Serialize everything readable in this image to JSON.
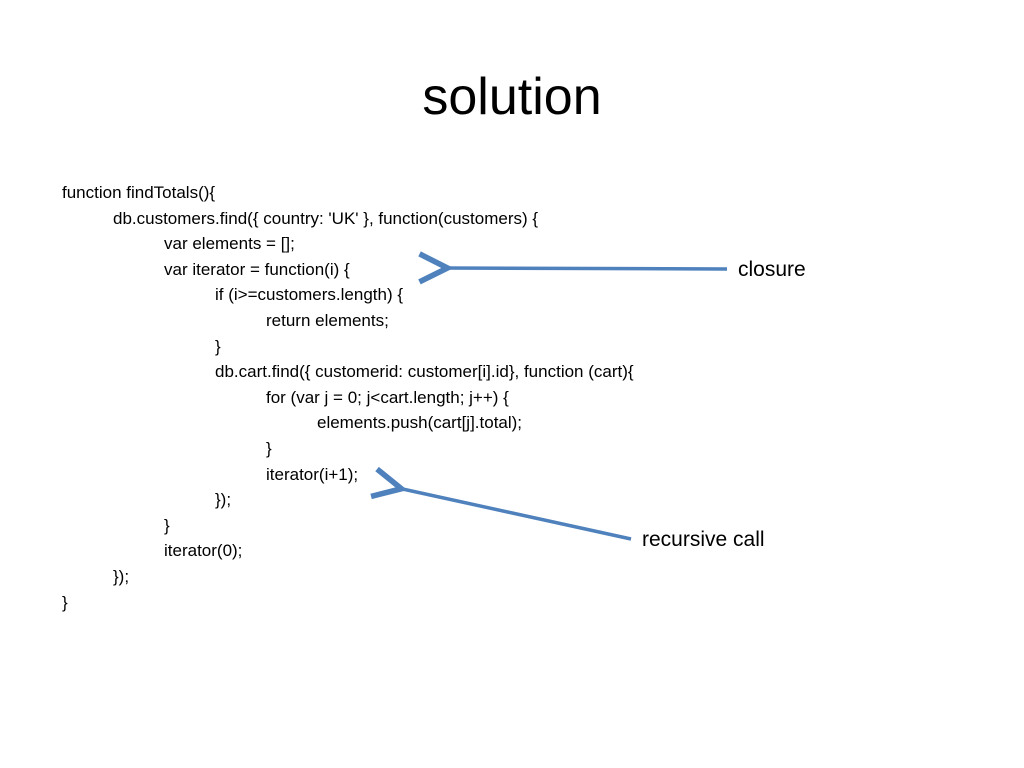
{
  "slide": {
    "title": "solution"
  },
  "code": {
    "lines": [
      {
        "indent": 0,
        "text": "function findTotals(){"
      },
      {
        "indent": 1,
        "text": "db.customers.find({ country: 'UK' }, function(customers) {"
      },
      {
        "indent": 2,
        "text": "var elements = [];"
      },
      {
        "indent": 2,
        "text": "var iterator = function(i) {"
      },
      {
        "indent": 3,
        "text": "if (i>=customers.length) {"
      },
      {
        "indent": 4,
        "text": "return elements;"
      },
      {
        "indent": 3,
        "text": "}"
      },
      {
        "indent": 3,
        "text": "db.cart.find({ customerid: customer[i].id}, function (cart){"
      },
      {
        "indent": 4,
        "text": "for (var j = 0; j<cart.length; j++) {"
      },
      {
        "indent": 5,
        "text": "elements.push(cart[j].total);"
      },
      {
        "indent": 4,
        "text": "}"
      },
      {
        "indent": 4,
        "text": "iterator(i+1);"
      },
      {
        "indent": 3,
        "text": "});"
      },
      {
        "indent": 2,
        "text": "}"
      },
      {
        "indent": 2,
        "text": "iterator(0);"
      },
      {
        "indent": 1,
        "text": "});"
      },
      {
        "indent": 0,
        "text": "}"
      }
    ]
  },
  "annotations": {
    "closure": "closure",
    "recursive_call": "recursive call"
  },
  "colors": {
    "arrow": "#4f81bd",
    "text": "#000000",
    "background": "#ffffff"
  }
}
